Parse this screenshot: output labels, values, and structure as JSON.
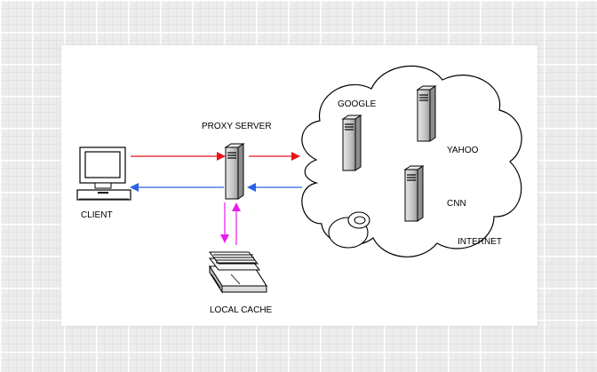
{
  "labels": {
    "proxy_server": "PROXY SERVER",
    "client": "CLIENT",
    "local_cache": "LOCAL CACHE",
    "google": "GOOGLE",
    "yahoo": "YAHOO",
    "cnn": "CNN",
    "internet": "INTERNET"
  },
  "colors": {
    "request_arrow": "#e8141c",
    "response_arrow": "#2a62e6",
    "cache_arrow": "#e81ce8",
    "server_body": "#c8c8c8",
    "outline": "#000000",
    "canvas": "#ffffff"
  },
  "icons": {
    "client": "desktop-computer-icon",
    "proxy": "tower-server-icon",
    "servers": "tower-server-icon",
    "cache": "disk-storage-icon",
    "internet": "cloud-icon"
  }
}
